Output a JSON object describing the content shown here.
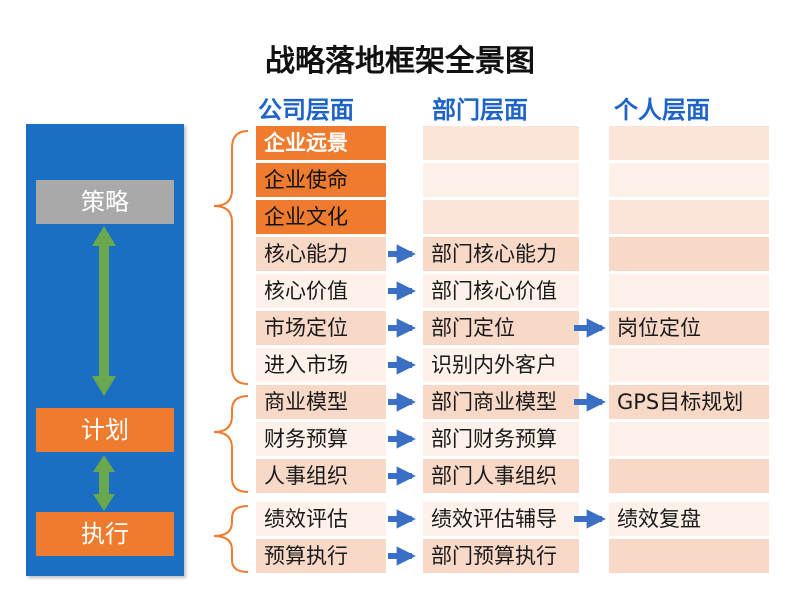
{
  "title": "战略落地框架全景图",
  "headers": {
    "company": "公司层面",
    "department": "部门层面",
    "personal": "个人层面"
  },
  "stages": {
    "strategy": "策略",
    "plan": "计划",
    "execute": "执行"
  },
  "rows": [
    {
      "company": "企业远景",
      "department": "",
      "personal": ""
    },
    {
      "company": "企业使命",
      "department": "",
      "personal": ""
    },
    {
      "company": "企业文化",
      "department": "",
      "personal": ""
    },
    {
      "company": "核心能力",
      "department": "部门核心能力",
      "personal": ""
    },
    {
      "company": "核心价值",
      "department": "部门核心价值",
      "personal": ""
    },
    {
      "company": "市场定位",
      "department": "部门定位",
      "personal": "岗位定位"
    },
    {
      "company": "进入市场",
      "department": "识别内外客户",
      "personal": ""
    },
    {
      "company": "商业模型",
      "department": "部门商业模型",
      "personal": "GPS目标规划"
    },
    {
      "company": "财务预算",
      "department": "部门财务预算",
      "personal": ""
    },
    {
      "company": "人事组织",
      "department": "部门人事组织",
      "personal": ""
    },
    {
      "company": "绩效评估",
      "department": "绩效评估辅导",
      "personal": "绩效复盘"
    },
    {
      "company": "预算执行",
      "department": "部门预算执行",
      "personal": ""
    }
  ],
  "colors": {
    "panel_blue": "#1b6fc2",
    "accent_orange": "#ef7b2e",
    "arrow_blue": "#3a6fc4",
    "arrow_green": "#6aa84f",
    "header_blue": "#1e63c8"
  }
}
